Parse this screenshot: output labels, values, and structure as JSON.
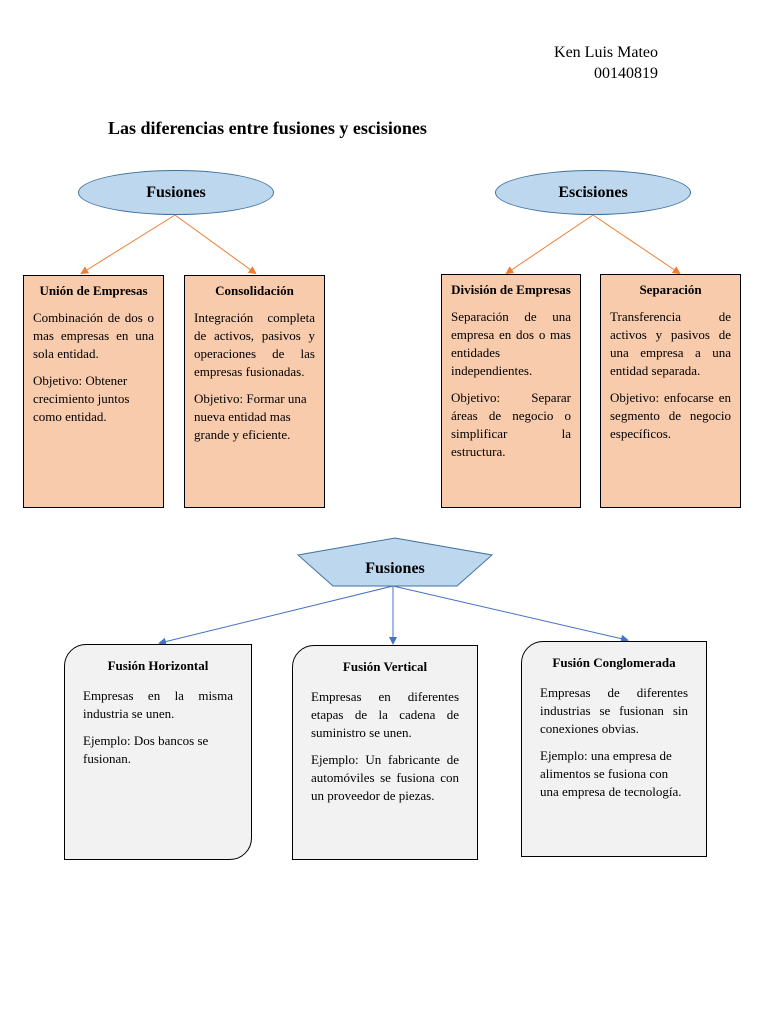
{
  "author": {
    "name": "Ken Luis Mateo",
    "id": "00140819"
  },
  "title": "Las diferencias entre fusiones y escisiones",
  "colors": {
    "node_blue": "#bdd7ee",
    "node_border": "#41719c",
    "box_orange": "#f8cbad",
    "box_gray": "#f2f2f2",
    "line_orange": "#ed7d31",
    "line_blue": "#4472c4"
  },
  "top_left": {
    "label": "Fusiones",
    "boxes": [
      {
        "title": "Unión de Empresas",
        "description": "Combinación de dos o mas empresas en una sola entidad.",
        "objective": "Objetivo: Obtener crecimiento juntos como entidad."
      },
      {
        "title": "Consolidación",
        "description": "Integración completa de activos, pasivos y operaciones de las empresas fusionadas.",
        "objective": "Objetivo: Formar una nueva entidad mas grande y eficiente."
      }
    ]
  },
  "top_right": {
    "label": "Escisiones",
    "boxes": [
      {
        "title": "División de Empresas",
        "description": "Separación de una empresa en dos o mas entidades independientes.",
        "objective": "Objetivo: Separar áreas de negocio o simplificar la estructura."
      },
      {
        "title": "Separación",
        "description": "Transferencia de activos y pasivos de una empresa a una entidad separada.",
        "objective": "Objetivo: enfocarse en segmento de negocio específicos."
      }
    ]
  },
  "bottom": {
    "label": "Fusiones",
    "boxes": [
      {
        "title": "Fusión Horizontal",
        "description": "Empresas en la misma industria se unen.",
        "example": "Ejemplo: Dos bancos se fusionan."
      },
      {
        "title": "Fusión Vertical",
        "description": "Empresas en diferentes etapas de la cadena de suministro se unen.",
        "example": "Ejemplo: Un fabricante de automóviles se fusiona con un proveedor de piezas."
      },
      {
        "title": "Fusión Conglomerada",
        "description": "Empresas de diferentes industrias se fusionan sin conexiones obvias.",
        "example": "Ejemplo: una empresa de alimentos se fusiona con una empresa de tecnología."
      }
    ]
  }
}
